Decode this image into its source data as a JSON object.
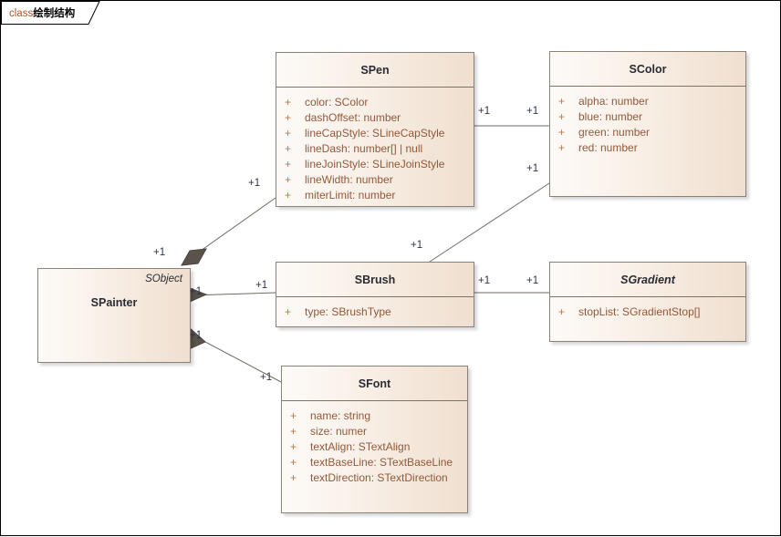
{
  "diagram": {
    "tab_kind": "class",
    "tab_name": "绘制结构",
    "multiplicity_default": "+1"
  },
  "classes": {
    "spainter": {
      "name": "SPainter",
      "stereotype": "SObject",
      "attributes": []
    },
    "spen": {
      "name": "SPen",
      "attributes": [
        {
          "vis": "+",
          "text": "color: SColor"
        },
        {
          "vis": "+",
          "text": "dashOffset: number"
        },
        {
          "vis": "+",
          "text": "lineCapStyle: SLineCapStyle"
        },
        {
          "vis": "+",
          "text": "lineDash: number[] | null"
        },
        {
          "vis": "+",
          "text": "lineJoinStyle: SLineJoinStyle"
        },
        {
          "vis": "+",
          "text": "lineWidth: number"
        },
        {
          "vis": "+",
          "text": "miterLimit: number"
        }
      ]
    },
    "scolor": {
      "name": "SColor",
      "attributes": [
        {
          "vis": "+",
          "text": "alpha: number"
        },
        {
          "vis": "+",
          "text": "blue: number"
        },
        {
          "vis": "+",
          "text": "green: number"
        },
        {
          "vis": "+",
          "text": "red: number"
        }
      ]
    },
    "sbrush": {
      "name": "SBrush",
      "attributes": [
        {
          "vis": "+",
          "text": "type: SBrushType"
        }
      ]
    },
    "sgradient": {
      "name": "SGradient",
      "abstract": true,
      "attributes": [
        {
          "vis": "+",
          "text": "stopList: SGradientStop[]"
        }
      ]
    },
    "sfont": {
      "name": "SFont",
      "attributes": [
        {
          "vis": "+",
          "text": "name: string"
        },
        {
          "vis": "+",
          "text": "size: numer"
        },
        {
          "vis": "+",
          "text": "textAlign: STextAlign"
        },
        {
          "vis": "+",
          "text": "textBaseLine: STextBaseLine"
        },
        {
          "vis": "+",
          "text": "textDirection: STextDirection"
        }
      ]
    }
  },
  "multiplicities": {
    "spainter_spen": "+1",
    "spen_spainter": "+1",
    "spainter_sbrush": "+1",
    "sbrush_spainter": "+1",
    "spainter_sfont": "+1",
    "sfont_spainter": "+1",
    "spen_scolor": "+1",
    "scolor_spen": "+1",
    "sbrush_scolor": "+1",
    "scolor_sbrush": "+1",
    "sbrush_sgradient": "+1",
    "sgradient_sbrush": "+1"
  },
  "colors": {
    "box_border": "#8a8276",
    "box_fill_light": "#fdfaf7",
    "box_fill_dark": "#efdfd0",
    "attribute_text": "#92583a",
    "visibility_marker": "#c1743c",
    "title_text": "#2b2b35",
    "connector_line": "#6f6a63",
    "diamond_fill": "#59534c",
    "tab_kind_text": "#b1541f",
    "multiplicity_text": "#2d3347"
  }
}
